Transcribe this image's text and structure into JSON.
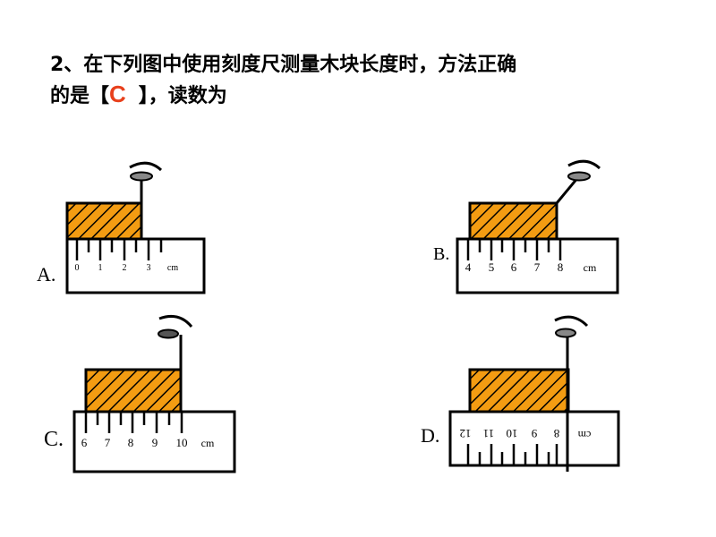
{
  "question": {
    "line1": "2、在下列图中使用刻度尺测量木块长度时，方法正确",
    "line2_prefix": "的是【",
    "answer": "C",
    "line2_suffix": "】，读数为"
  },
  "colors": {
    "block_fill": "#f39c12",
    "answer_text": "#e8401c",
    "ink": "#000000"
  },
  "options": {
    "A": {
      "label": "A.",
      "tick_labels": [
        "0",
        "1",
        "2",
        "3"
      ],
      "unit": "cm"
    },
    "B": {
      "label": "B.",
      "tick_labels": [
        "4",
        "5",
        "6",
        "7",
        "8"
      ],
      "unit": "cm"
    },
    "C": {
      "label": "C.",
      "tick_labels": [
        "6",
        "7",
        "8",
        "9",
        "10"
      ],
      "unit": "cm"
    },
    "D": {
      "label": "D.",
      "tick_labels": [
        "8",
        "9",
        "10",
        "11",
        "12"
      ],
      "unit": "cm"
    }
  }
}
